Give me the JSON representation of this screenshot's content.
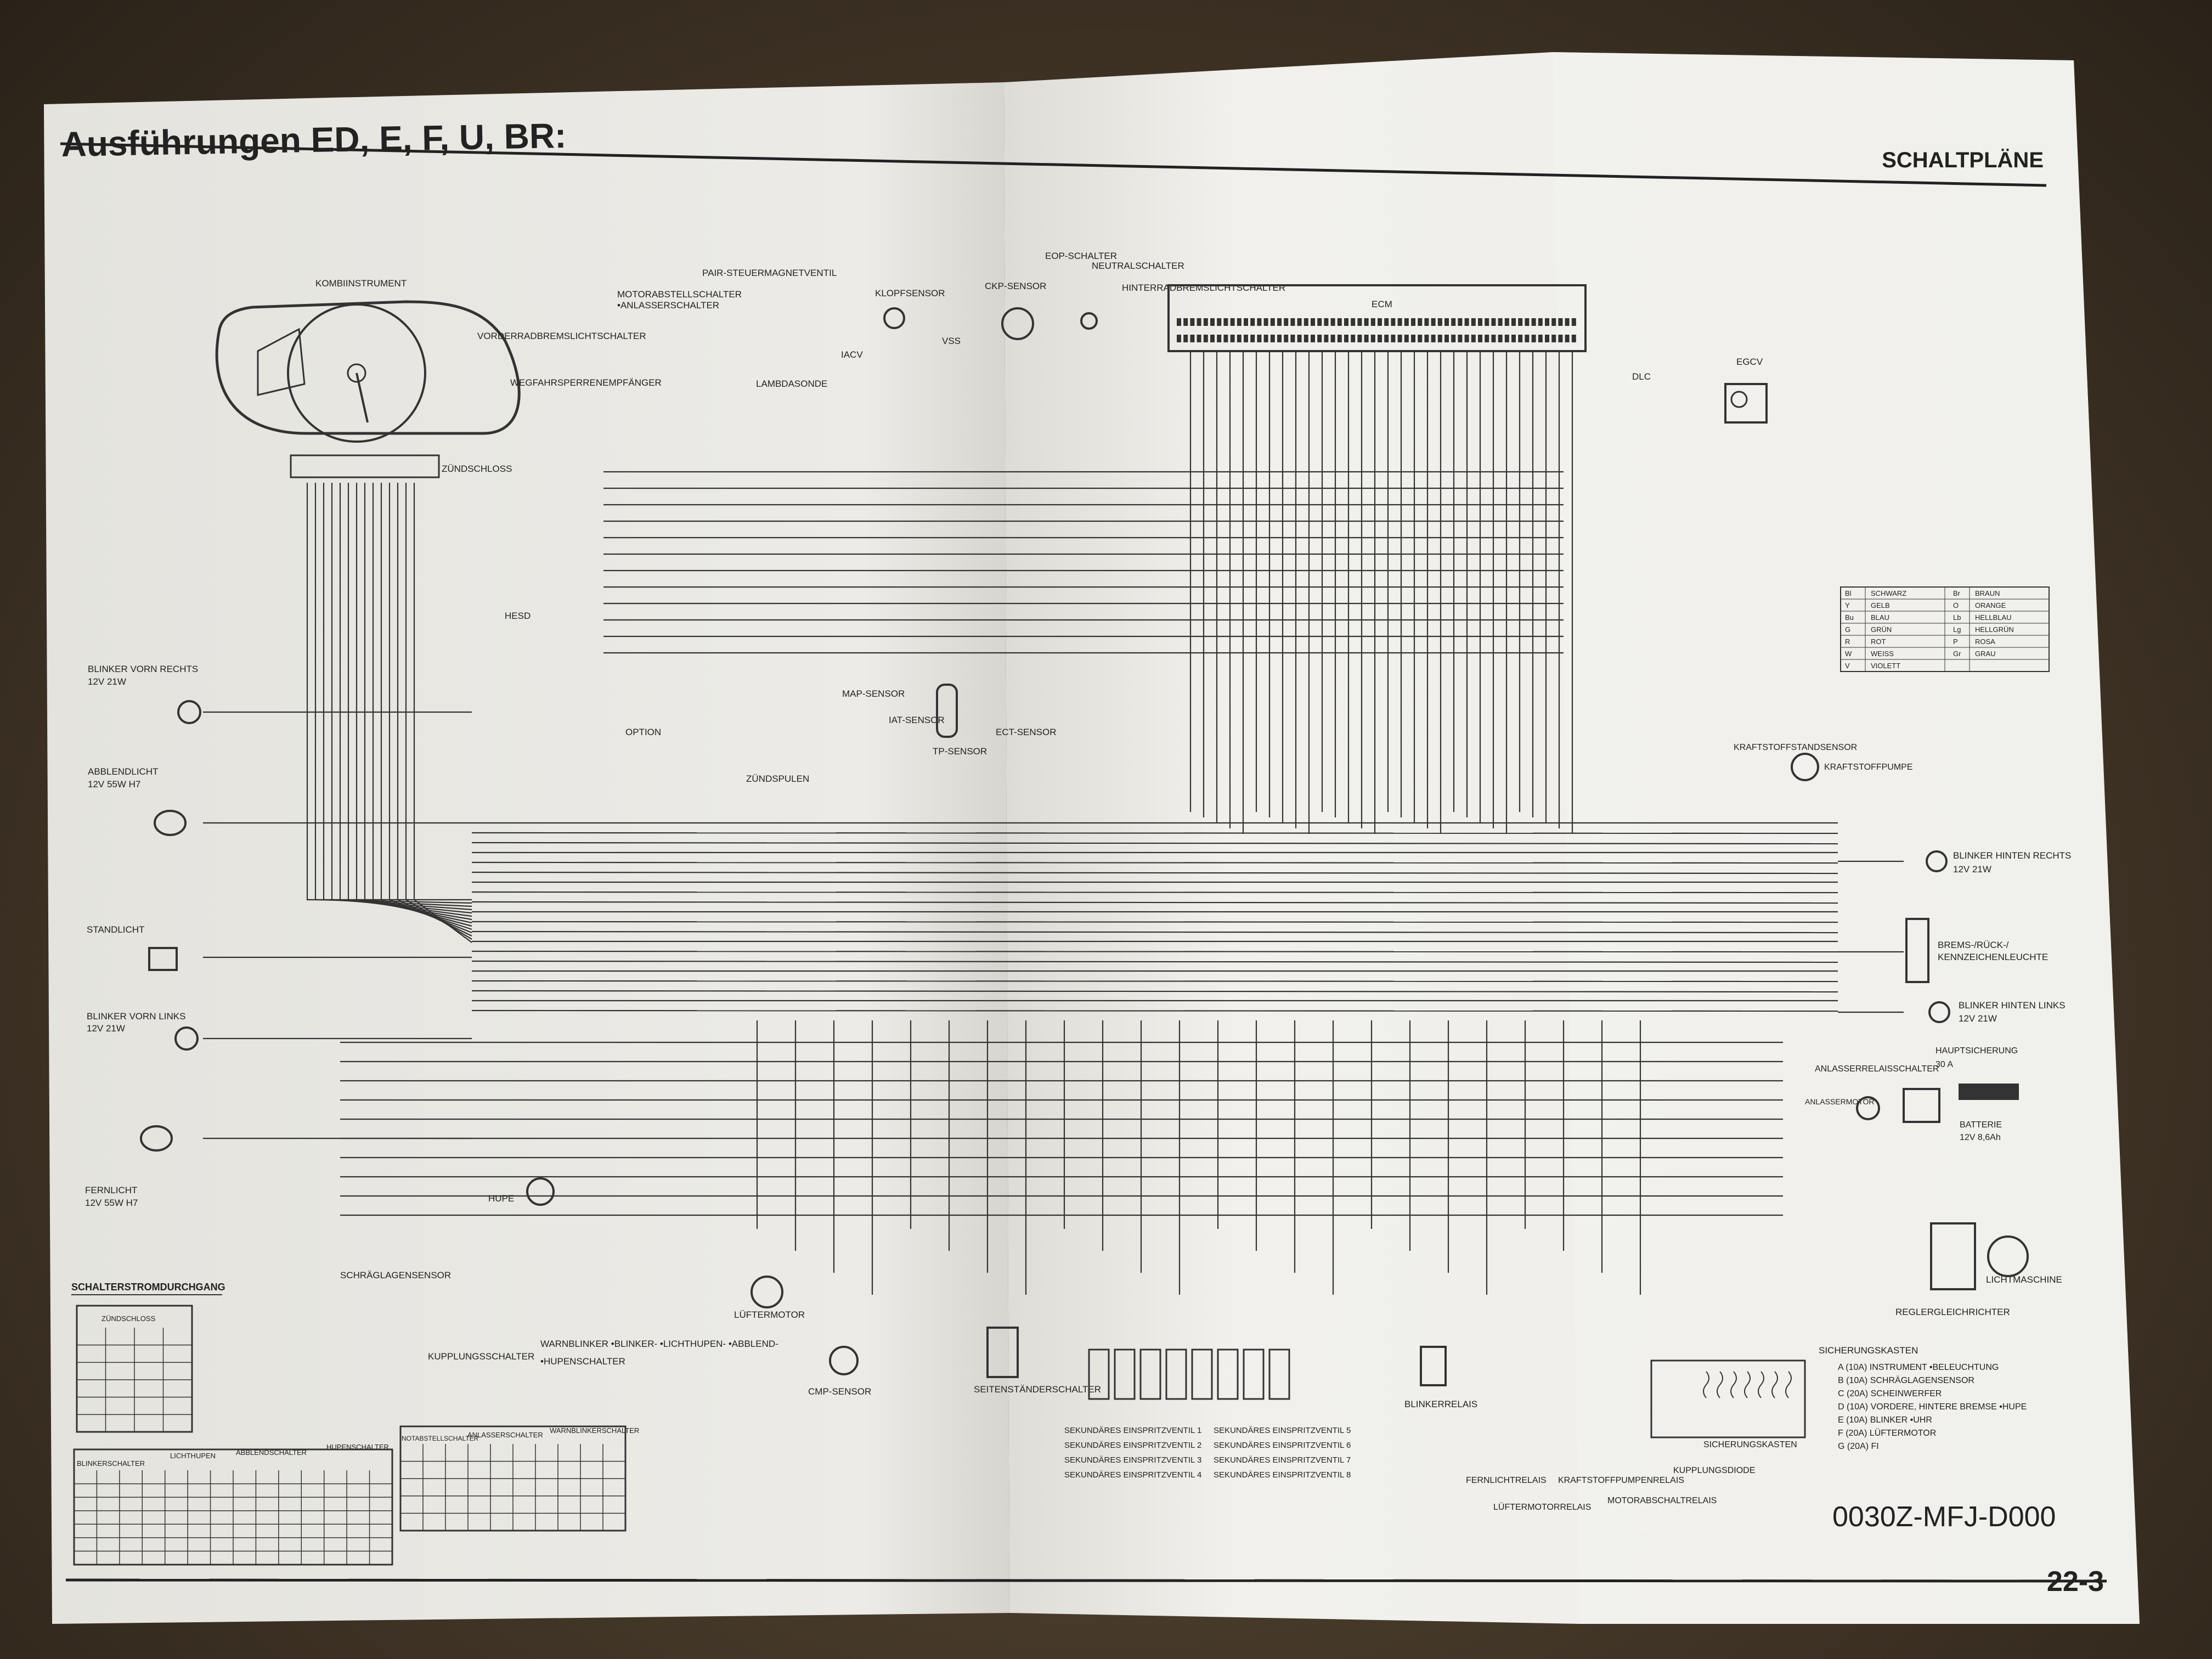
{
  "header": {
    "title_left": "Ausführungen ED, E, F, U, BR:",
    "title_right": "SCHALTPLÄNE"
  },
  "footer": {
    "doc_code": "0030Z-MFJ-D000",
    "page_number": "22-3"
  },
  "components": {
    "kombiinstrument": "KOMBIINSTRUMENT",
    "zuendschloss": "ZÜNDSCHLOSS",
    "vorderradbremslichtschalter": "VORDERRADBREMSLICHTSCHALTER",
    "motorabstellschalter": "MOTORABSTELLSCHALTER",
    "anlasserschalter": "•ANLASSERSCHALTER",
    "wegfahrsperrenempfaenger": "WEGFAHRSPERRENEMPFÄNGER",
    "pair": "PAIR-STEUERMAGNETVENTIL",
    "lambdasonde": "LAMBDASONDE",
    "klopfsensor": "KLOPFSENSOR",
    "iacv": "IACV",
    "vss": "VSS",
    "ckp": "CKP-SENSOR",
    "eop": "EOP-SCHALTER",
    "neutral": "NEUTRALSCHALTER",
    "hinterrad": "HINTERRADBREMSLICHTSCHALTER",
    "ecm": "ECM",
    "dlc": "DLC",
    "egcv": "EGCV",
    "hesd": "HESD",
    "map": "MAP-SENSOR",
    "iat": "IAT-SENSOR",
    "tp": "TP-SENSOR",
    "ect": "ECT-SENSOR",
    "zuendspulen": "ZÜNDSPULEN",
    "option": "OPTION",
    "hupe": "HUPE",
    "schraeglage": "SCHRÄGLAGENSENSOR",
    "kupplungsschalter": "KUPPLUNGSSCHALTER",
    "warnblinker": "WARNBLINKER •BLINKER- •LICHTHUPEN- •ABBLEND-",
    "hupenschalter": "•HUPENSCHALTER",
    "luefter": "LÜFTERMOTOR",
    "cmp": "CMP-SENSOR",
    "seitenstaender": "SEITENSTÄNDERSCHALTER",
    "blinkerrelais": "BLINKERRELAIS",
    "fernlichtrelais": "FERNLICHTRELAIS",
    "kraftstoffpumpenrelais": "KRAFTSTOFFPUMPENRELAIS",
    "luefterrelais": "LÜFTERMOTORRELAIS",
    "motorabschaltrelais": "MOTORABSCHALTRELAIS",
    "kupplungsdiode": "KUPPLUNGSDIODE",
    "sicherungskasten": "SICHERUNGSKASTEN",
    "reglergleichrichter": "REGLERGLEICHRICHTER",
    "lichtmaschine": "LICHTMASCHINE",
    "kraftstoffstand": "KRAFTSTOFFSTANDSENSOR",
    "kraftstoffpumpe": "KRAFTSTOFFPUMPE",
    "anlasserrelais": "ANLASSERRELAISSCHALTER",
    "hauptsicherung": "HAUPTSICHERUNG",
    "hauptsicherung_value": "30 A",
    "anlassermotor": "ANLASSERMOTOR",
    "batterie": "BATTERIE",
    "batterie_value": "12V 8,6Ah",
    "schalterstrom": "SCHALTERSTROMDURCHGANG"
  },
  "lamps": {
    "blinker_vorn_rechts": "BLINKER VORN RECHTS",
    "blinker_vorn_rechts_v": "12V 21W",
    "abblendlicht": "ABBLENDLICHT",
    "abblendlicht_v": "12V 55W H7",
    "standlicht": "STANDLICHT",
    "blinker_vorn_links": "BLINKER VORN LINKS",
    "blinker_vorn_links_v": "12V 21W",
    "fernlicht": "FERNLICHT",
    "fernlicht_v": "12V 55W H7",
    "blinker_hinten_rechts": "BLINKER HINTEN RECHTS",
    "blinker_hinten_rechts_v": "12V 21W",
    "brems": "BREMS-/RÜCK-/",
    "brems2": "KENNZEICHENLEUCHTE",
    "blinker_hinten_links": "BLINKER HINTEN LINKS",
    "blinker_hinten_links_v": "12V 21W"
  },
  "color_legend": [
    [
      "Bl",
      "SCHWARZ",
      "Br",
      "BRAUN"
    ],
    [
      "Y",
      "GELB",
      "O",
      "ORANGE"
    ],
    [
      "Bu",
      "BLAU",
      "Lb",
      "HELLBLAU"
    ],
    [
      "G",
      "GRÜN",
      "Lg",
      "HELLGRÜN"
    ],
    [
      "R",
      "ROT",
      "P",
      "ROSA"
    ],
    [
      "W",
      "WEISS",
      "Gr",
      "GRAU"
    ],
    [
      "V",
      "VIOLETT",
      "",
      ""
    ]
  ],
  "injectors_left": [
    "SEKUNDÄRES EINSPRITZVENTIL 1",
    "SEKUNDÄRES EINSPRITZVENTIL 2",
    "SEKUNDÄRES EINSPRITZVENTIL 3",
    "SEKUNDÄRES EINSPRITZVENTIL 4"
  ],
  "injectors_right": [
    "SEKUNDÄRES EINSPRITZVENTIL 5",
    "SEKUNDÄRES EINSPRITZVENTIL 6",
    "SEKUNDÄRES EINSPRITZVENTIL 7",
    "SEKUNDÄRES EINSPRITZVENTIL 8"
  ],
  "fuses": [
    "A (10A)   INSTRUMENT •BELEUCHTUNG",
    "B (10A)   SCHRÄGLAGENSENSOR",
    "C (20A)   SCHEINWERFER",
    "D (10A)   VORDERE, HINTERE BREMSE •HUPE",
    "E (10A)   BLINKER •UHR",
    "F (20A)   LÜFTERMOTOR",
    "G (20A)   FI"
  ],
  "switch_tables": {
    "zuendschloss_title": "ZÜNDSCHLOSS",
    "blinker_title": "BLINKERSCHALTER",
    "lichthupe_title": "LICHTHUPEN",
    "abblend_title": "ABBLENDSCHALTER",
    "hupen_title": "HUPENSCHALTER",
    "notabst_title": "NOTABSTELLSCHALTER",
    "anlasser_title": "ANLASSERSCHALTER",
    "warnblink_title": "WARNBLINKERSCHALTER"
  },
  "colors": {
    "paper": "#efefeb",
    "paper_shadow": "#d9d8d2",
    "ink": "#2a2a2a",
    "background": "#4a3f30"
  }
}
